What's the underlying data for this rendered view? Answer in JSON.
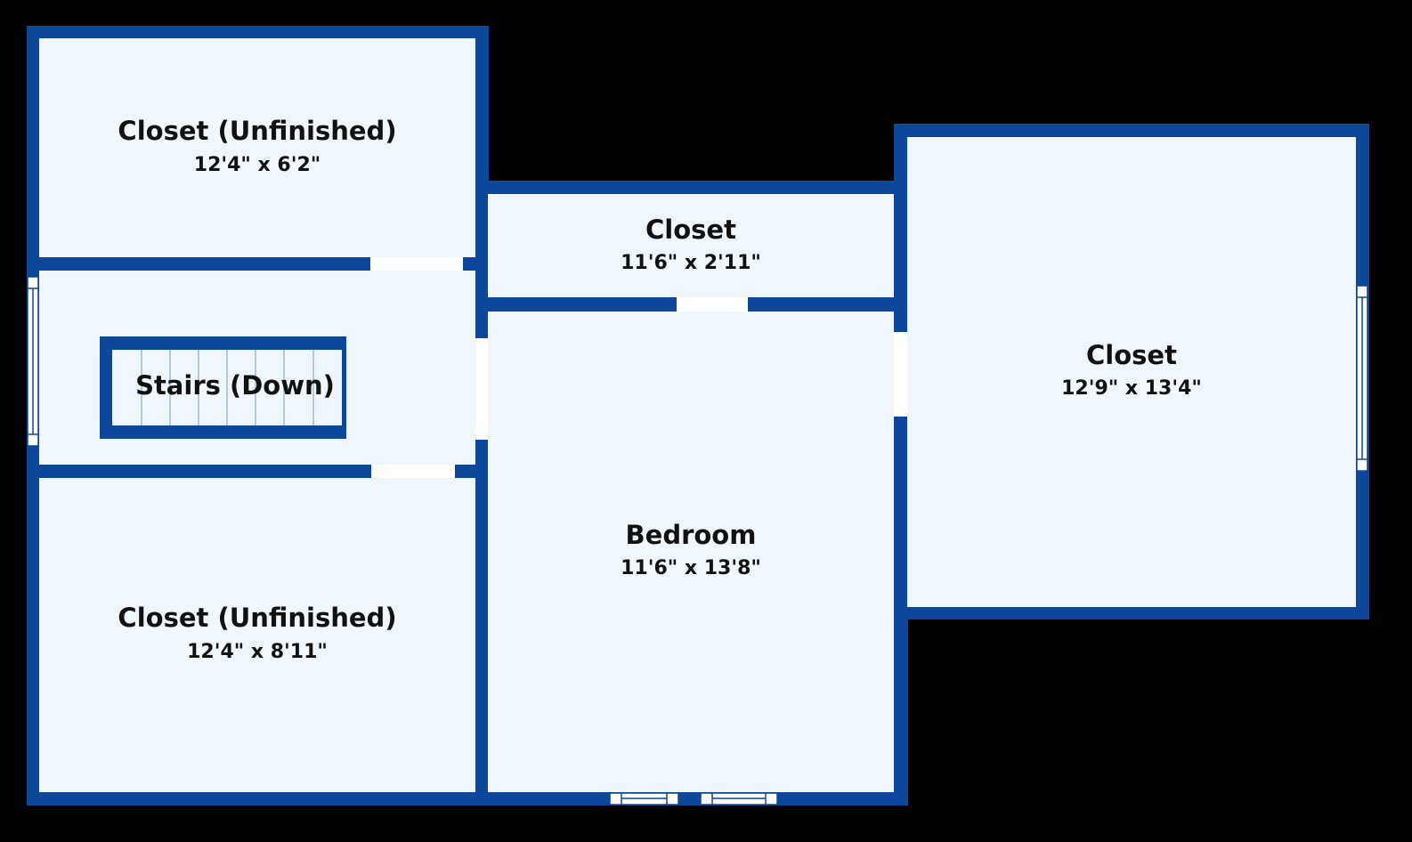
{
  "colors": {
    "background": "#000000",
    "wall": "#0d4799",
    "floor": "#eff7fd",
    "opening": "#ffffff",
    "stair_line": "#8aaad6",
    "text": "#111111"
  },
  "rooms": [
    {
      "id": "closet-unfinished-top",
      "name": "Closet (Unfinished)",
      "dimensions": "12'4\" x 6'2\""
    },
    {
      "id": "stairs",
      "name": "Stairs (Down)",
      "dimensions": ""
    },
    {
      "id": "closet-unfinished-bottom",
      "name": "Closet (Unfinished)",
      "dimensions": "12'4\" x 8'11\""
    },
    {
      "id": "closet-small",
      "name": "Closet",
      "dimensions": "11'6\" x 2'11\""
    },
    {
      "id": "bedroom",
      "name": "Bedroom",
      "dimensions": "11'6\" x 13'8\""
    },
    {
      "id": "closet-right",
      "name": "Closet",
      "dimensions": "12'9\" x 13'4\""
    }
  ]
}
